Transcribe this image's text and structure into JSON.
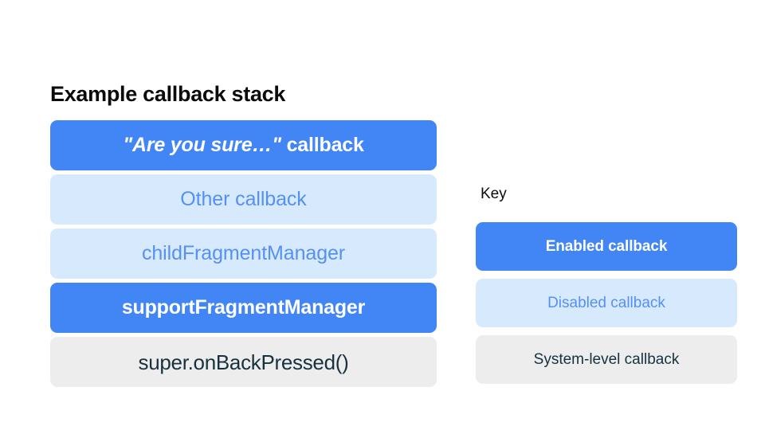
{
  "palette": {
    "background": "#FFFFFF",
    "enabled_fill": "#4285F4",
    "enabled_text": "#FFFFFF",
    "disabled_fill": "#D7EAFD",
    "disabled_text": "#5590F5",
    "system_fill": "#EDEDED",
    "system_text": "#17313F",
    "heading_text": "#0B0B0B"
  },
  "stack": {
    "title": "Example callback stack",
    "items": [
      {
        "label": "\"Are you sure…\" callback",
        "quoted_part": "\"Are you sure…\"",
        "plain_part": " callback",
        "state": "enabled"
      },
      {
        "label": "Other callback",
        "state": "disabled"
      },
      {
        "label": "childFragmentManager",
        "state": "disabled"
      },
      {
        "label": "supportFragmentManager",
        "state": "enabled"
      },
      {
        "label": "super.onBackPressed()",
        "state": "system"
      }
    ]
  },
  "key": {
    "title": "Key",
    "items": [
      {
        "label": "Enabled callback",
        "state": "enabled"
      },
      {
        "label": "Disabled callback",
        "state": "disabled"
      },
      {
        "label": "System-level callback",
        "state": "system"
      }
    ]
  }
}
